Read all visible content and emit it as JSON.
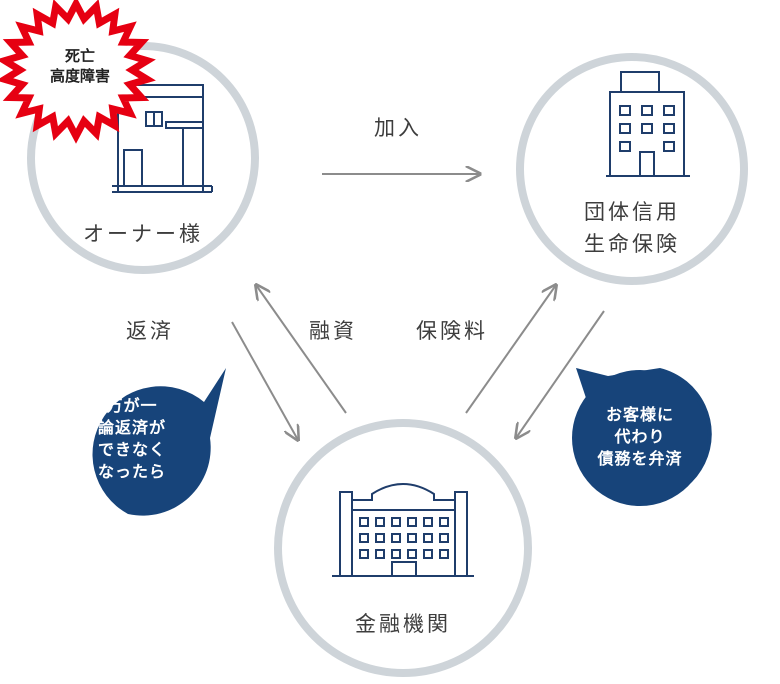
{
  "nodes": {
    "owner": {
      "label": "オーナー様"
    },
    "insurance": {
      "label_line1": "団体信用",
      "label_line2": "生命保険"
    },
    "bank": {
      "label": "金融機関"
    }
  },
  "arrows": {
    "join": "加入",
    "repay": "返済",
    "loan": "融資",
    "premium": "保険料"
  },
  "badge": {
    "line1": "死亡",
    "line2": "高度障害"
  },
  "bubbles": {
    "left": [
      "万が一",
      "論返済が",
      "できなく",
      "なったら"
    ],
    "right": [
      "お客様に",
      "代わり",
      "債務を弁済"
    ]
  },
  "colors": {
    "circle": "#ced4d9",
    "line": "#1f3d6b",
    "arrow": "#8c8c8c",
    "bubble": "#17447a",
    "burst": "#e60012"
  }
}
